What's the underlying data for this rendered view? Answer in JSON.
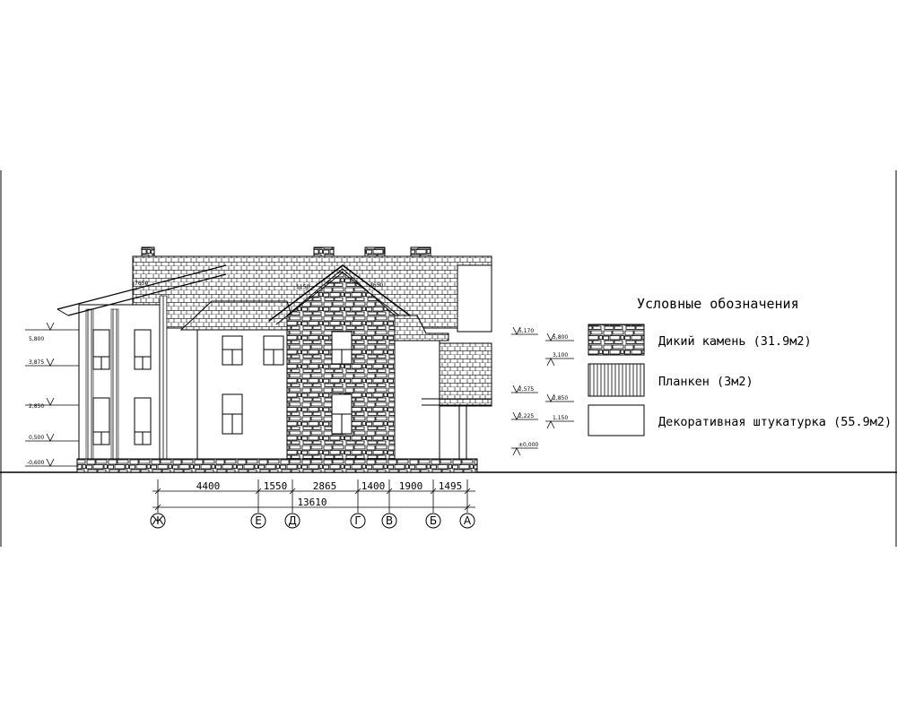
{
  "legend": {
    "title": "Условные обозначения",
    "items": [
      {
        "label": "Дикий камень (31.9м2)",
        "pattern": "stone"
      },
      {
        "label": "Планкен (3м2)",
        "pattern": "plank"
      },
      {
        "label": "Декоративная штукатурка (55.9м2)",
        "pattern": "plaster"
      }
    ]
  },
  "dimensions": {
    "segments": [
      "4400",
      "1550",
      "2865",
      "1400",
      "1900",
      "1495"
    ],
    "total": "13610"
  },
  "axes": [
    "Ж",
    "Е",
    "Д",
    "Г",
    "В",
    "Б",
    "А"
  ],
  "levels_left": [
    "5,800",
    "3,875",
    "2,850",
    "0,500",
    "-0,600"
  ],
  "levels_right_a": [
    "5,170",
    "2,575",
    "2,225",
    "±0,000"
  ],
  "levels_right_b": [
    "5,800",
    "3,100",
    "2,850",
    "1,150"
  ],
  "roof_labels": [
    "7650",
    "1150",
    "1650"
  ]
}
